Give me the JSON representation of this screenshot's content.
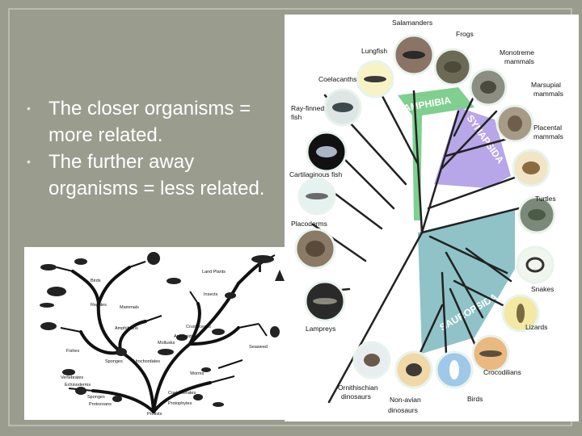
{
  "slide": {
    "bullets": [
      "The closer organisms = more related.",
      "The further away organisms = less related."
    ]
  },
  "left_tree": {
    "labels": {
      "land_plants": "Land Plants",
      "birds": "Birds",
      "insects": "Insects",
      "reptiles": "Reptiles",
      "mammals": "Mammals",
      "amphibians": "Amphibians",
      "crustaceans": "Crustaceans",
      "arachnids": "Arachnids",
      "mollusks": "Mollusks",
      "seaweed": "Seaweed",
      "fishes": "Fishes",
      "sponges_top": "Sponges",
      "urochordates": "Urochordates",
      "worms": "Worms",
      "vertebrates": "Vertebrates",
      "echinoderms": "Echinoderms",
      "sponges": "Sponges",
      "coelenterates": "Coelenterates",
      "protozoans": "Protozoans",
      "protophytes": "Protophytes",
      "protists": "Protists"
    }
  },
  "right_tree": {
    "clades": {
      "amphibia": "AMPHIBIA",
      "synapsida": "SYNAPSIDA",
      "sauropsida": "SAUROPSIDA"
    },
    "taxa": {
      "salamanders": "Salamanders",
      "frogs": "Frogs",
      "lungfish": "Lungfish",
      "monotreme_1": "Monotreme",
      "monotreme_2": "mammals",
      "coelacanths": "Coelacanths",
      "marsupial_1": "Marsupial",
      "marsupial_2": "mammals",
      "rayfinned_1": "Ray-finned",
      "rayfinned_2": "fish",
      "placental_1": "Placental",
      "placental_2": "mammals",
      "turtles": "Turtles",
      "cartilaginous": "Cartilaginous fish",
      "placoderms": "Placoderms",
      "snakes": "Snakes",
      "lizards": "Lizards",
      "lampreys": "Lampreys",
      "crocodilians": "Crocodilians",
      "ornithischian_1": "Ornithischian",
      "ornithischian_2": "dinosaurs",
      "nonavian_1": "Non-avian",
      "nonavian_2": "dinosaurs",
      "birds": "Birds"
    }
  },
  "colors": {
    "background": "#9a9d8e",
    "amphibia": "#7fcf8f",
    "synapsida": "#b7a6e8",
    "sauropsida": "#8fc3c7",
    "branch": "#222222"
  }
}
